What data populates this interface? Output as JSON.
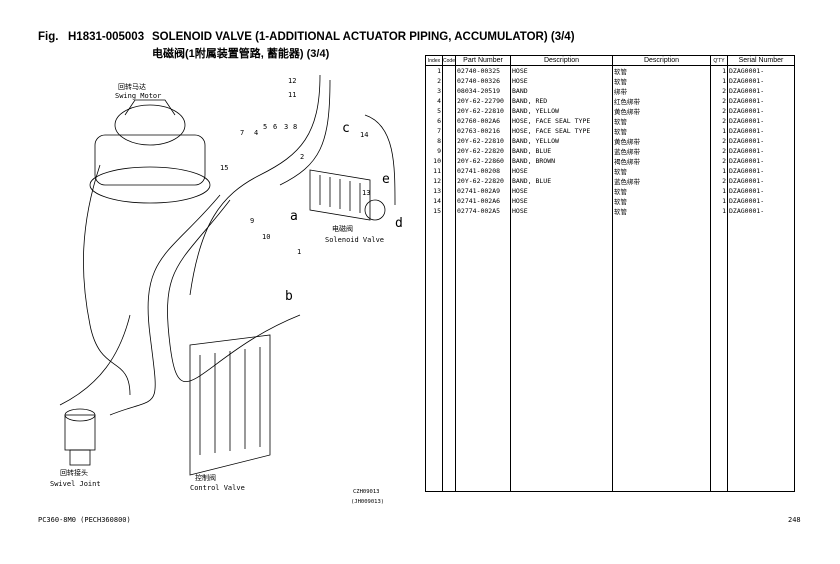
{
  "header": {
    "fig": "Fig.",
    "fig_no": "H1831-005003",
    "title": "SOLENOID VALVE (1-ADDITIONAL ACTUATOR PIPING, ACCUMULATOR) (3/4)",
    "subtitle": "电磁阀(1附属装置管路, 蓄能器) (3/4)"
  },
  "diagram": {
    "labels": {
      "swing_motor_cn": "回转马达",
      "swing_motor": "Swing Motor",
      "solenoid_cn": "电磁阀",
      "solenoid": "Solenoid Valve",
      "swivel_cn": "回转接头",
      "swivel": "Swivel Joint",
      "control_cn": "控制阀",
      "control": "Control Valve",
      "code1": "CZH09013",
      "code2": "(JH009013)"
    },
    "callouts": [
      "1",
      "2",
      "3",
      "4",
      "5",
      "6",
      "7",
      "8",
      "9",
      "10",
      "11",
      "12",
      "13",
      "14",
      "15"
    ],
    "letters": [
      "a",
      "b",
      "c",
      "d",
      "e"
    ]
  },
  "table": {
    "headers": [
      "Index",
      "Code",
      "Part Number",
      "Description",
      "Description",
      "Q'TY",
      "Serial Number"
    ],
    "rows": [
      {
        "index": "1",
        "code": "",
        "part": "02740-00325",
        "desc": "HOSE",
        "desc_cn": "软管",
        "qty": "1",
        "serial": "DZAG0001-"
      },
      {
        "index": "2",
        "code": "",
        "part": "02740-00326",
        "desc": "HOSE",
        "desc_cn": "软管",
        "qty": "1",
        "serial": "DZAG0001-"
      },
      {
        "index": "3",
        "code": "",
        "part": "08034-20519",
        "desc": "BAND",
        "desc_cn": "绑带",
        "qty": "2",
        "serial": "DZAG0001-"
      },
      {
        "index": "4",
        "code": "",
        "part": "20Y-62-22790",
        "desc": "BAND,  RED",
        "desc_cn": "红色绑带",
        "qty": "2",
        "serial": "DZAG0001-"
      },
      {
        "index": "5",
        "code": "",
        "part": "20Y-62-22810",
        "desc": "BAND,  YELLOW",
        "desc_cn": "黄色绑带",
        "qty": "2",
        "serial": "DZAG0001-"
      },
      {
        "index": "6",
        "code": "",
        "part": "02760-002A6",
        "desc": "HOSE, FACE SEAL TYPE",
        "desc_cn": "软管",
        "qty": "2",
        "serial": "DZAG0001-"
      },
      {
        "index": "7",
        "code": "",
        "part": "02763-00216",
        "desc": "HOSE, FACE SEAL TYPE",
        "desc_cn": "软管",
        "qty": "1",
        "serial": "DZAG0001-"
      },
      {
        "index": "8",
        "code": "",
        "part": "20Y-62-22810",
        "desc": "BAND,  YELLOW",
        "desc_cn": "黄色绑带",
        "qty": "2",
        "serial": "DZAG0001-"
      },
      {
        "index": "9",
        "code": "",
        "part": "20Y-62-22820",
        "desc": "BAND,  BLUE",
        "desc_cn": "蓝色绑带",
        "qty": "2",
        "serial": "DZAG0001-"
      },
      {
        "index": "10",
        "code": "",
        "part": "20Y-62-22860",
        "desc": "BAND,  BROWN",
        "desc_cn": "褐色绑带",
        "qty": "2",
        "serial": "DZAG0001-"
      },
      {
        "index": "11",
        "code": "",
        "part": "02741-00208",
        "desc": "HOSE",
        "desc_cn": "软管",
        "qty": "1",
        "serial": "DZAG0001-"
      },
      {
        "index": "12",
        "code": "",
        "part": "20Y-62-22820",
        "desc": "BAND,  BLUE",
        "desc_cn": "蓝色绑带",
        "qty": "2",
        "serial": "DZAG0001-"
      },
      {
        "index": "13",
        "code": "",
        "part": "02741-002A9",
        "desc": "HOSE",
        "desc_cn": "软管",
        "qty": "1",
        "serial": "DZAG0001-"
      },
      {
        "index": "14",
        "code": "",
        "part": "02741-002A6",
        "desc": "HOSE",
        "desc_cn": "软管",
        "qty": "1",
        "serial": "DZAG0001-"
      },
      {
        "index": "15",
        "code": "",
        "part": "02774-002A5",
        "desc": "HOSE",
        "desc_cn": "软管",
        "qty": "1",
        "serial": "DZAG0001-"
      }
    ]
  },
  "footer": {
    "model": "PC360-8M0  (PECH360800)",
    "page": "248"
  }
}
